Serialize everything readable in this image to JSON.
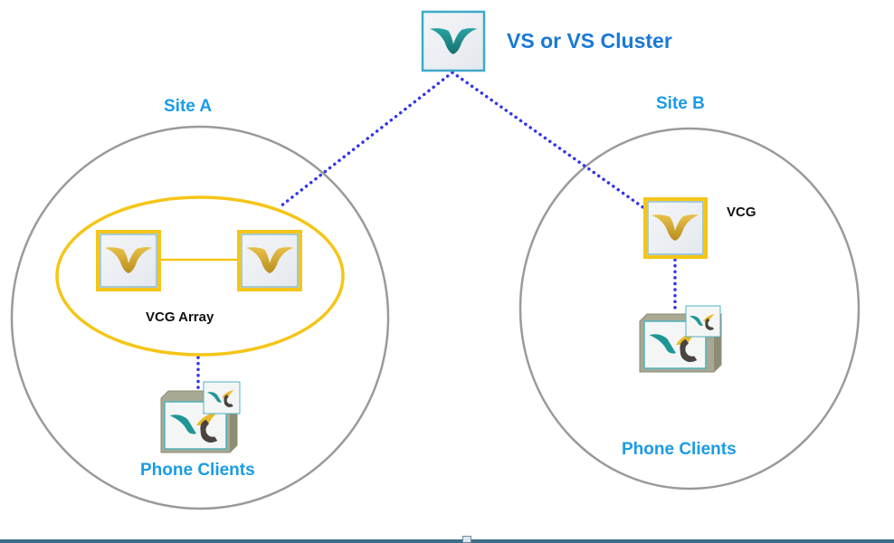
{
  "diagram": {
    "title": "VS or VS Cluster",
    "nodes": {
      "vs": {
        "label": "VS or VS Cluster",
        "icon": "vs-cluster-icon",
        "color": "#1e8e8e"
      },
      "site_a": {
        "label": "Site A",
        "vcg_array": {
          "label": "VCG Array",
          "members": [
            "VCG",
            "VCG"
          ],
          "icon": "vcg-icon"
        },
        "phone_clients": {
          "label": "Phone Clients",
          "icon": "phone-client-icon"
        }
      },
      "site_b": {
        "label": "Site B",
        "vcg": {
          "label": "VCG",
          "icon": "vcg-icon"
        },
        "phone_clients": {
          "label": "Phone Clients",
          "icon": "phone-client-icon"
        }
      }
    },
    "edges": [
      {
        "from": "VS or VS Cluster",
        "to": "VCG Array",
        "style": "dotted"
      },
      {
        "from": "VS or VS Cluster",
        "to": "VCG",
        "style": "dotted"
      },
      {
        "from": "VCG Array",
        "to": "Phone Clients (Site A)",
        "style": "dotted"
      },
      {
        "from": "VCG",
        "to": "Phone Clients (Site B)",
        "style": "dotted"
      },
      {
        "from": "VCG",
        "to": "VCG",
        "style": "solid",
        "note": "array member link"
      }
    ],
    "colors": {
      "site_label": "#1a9be6",
      "title": "#1a78d6",
      "vcg_border": "#f5c518",
      "vcg_mark": "#d4a72c",
      "vs_mark": "#1e8e8e",
      "dotted_link": "#3333ee",
      "site_circle": "#9a9a9a"
    }
  }
}
